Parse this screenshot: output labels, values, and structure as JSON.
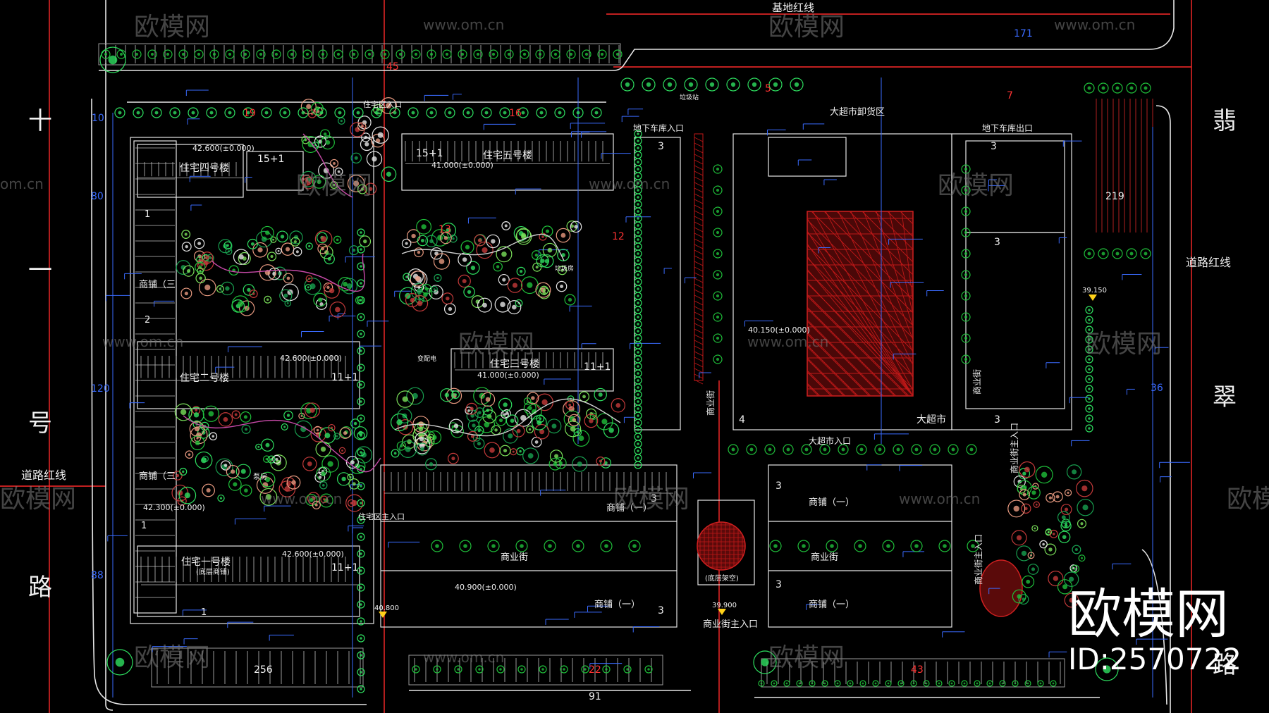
{
  "colors": {
    "background": "#000000",
    "road_line": "#ff2a2a",
    "outline": "#e6e6e6",
    "building": "#bfbfbf",
    "dimension": "#3a6bff",
    "tree": "#1fbf3a",
    "label": "#f0f0f0",
    "marker": "#ffd21a",
    "hatch": "#c01818",
    "parking": "#9a9a9a"
  },
  "roads": {
    "left": [
      "十",
      "一",
      "号",
      "路"
    ],
    "right": [
      "翡",
      "翠",
      "路"
    ]
  },
  "red_line_labels": {
    "top": "基地红线",
    "left": "道路红线",
    "right": "道路红线"
  },
  "buildings": {
    "b4": "住宅四号楼",
    "b5": "住宅五号楼",
    "b2": "住宅二号楼",
    "b3": "住宅三号楼",
    "b1": "住宅一号楼",
    "b1_note": "(底层商铺)",
    "supermarket": "大超市"
  },
  "entrances": {
    "residential": "住宅区入口",
    "residential_main": "住宅区主入口",
    "garage_in": "地下车库入口",
    "garage_out": "地下车库出口",
    "unload": "大超市卸货区",
    "supermarket_entry": "大超市入口",
    "commercial_main": "商业街主入口",
    "commercial_main_right1": "商业街主入口",
    "commercial_main_right2": "商业街主入口"
  },
  "streets": {
    "shop_street_a": "商业街",
    "shop_street_b": "商业街",
    "shop_street_c": "商业街",
    "shop_street_d": "商业街"
  },
  "shops": {
    "s1": "商铺（三",
    "s2": "商铺（三",
    "s3": "商铺（一）",
    "s4": "商铺（一）",
    "s5": "商铺（一）",
    "s6": "商铺（一）"
  },
  "elevations": {
    "e1": "42.600(±0.000)",
    "e2": "41.000(±0.000)",
    "e3": "42.600(±0.000)",
    "e4": "41.000(±0.000)",
    "e5": "42.300(±0.000)",
    "e6": "42.600(±0.000)",
    "e7": "40.900(±0.000)",
    "e8": "40.150(±0.000)",
    "e9": "39.900",
    "e10": "40.800",
    "e11": "39.150"
  },
  "floors": {
    "f1": "15+1",
    "f2": "15+1",
    "f3": "11+1",
    "f4": "11+1",
    "f5": "11+1"
  },
  "misc": {
    "sunken": "(底层架空)",
    "pump": "泵房",
    "trash": "垃圾房",
    "distribution": "变配电",
    "refuse": "垃圾站"
  },
  "counts": {
    "c171": "171",
    "c45": "45",
    "c19": "19",
    "c16": "16",
    "c5": "5",
    "c7": "7",
    "c10": "10",
    "c80": "80",
    "c120": "120",
    "c88": "88",
    "c256": "256",
    "c22": "22",
    "c91": "91",
    "c43": "43",
    "c219": "219",
    "c36": "36",
    "c12": "12",
    "c13": "13"
  },
  "unit_numbers": {
    "u1": "1",
    "u2": "2",
    "u3": "3",
    "u4": "4"
  },
  "watermark": {
    "brand": "欧模网",
    "url": "www.om.cn",
    "url_cut": "om.cn",
    "id": "ID:2570722"
  }
}
